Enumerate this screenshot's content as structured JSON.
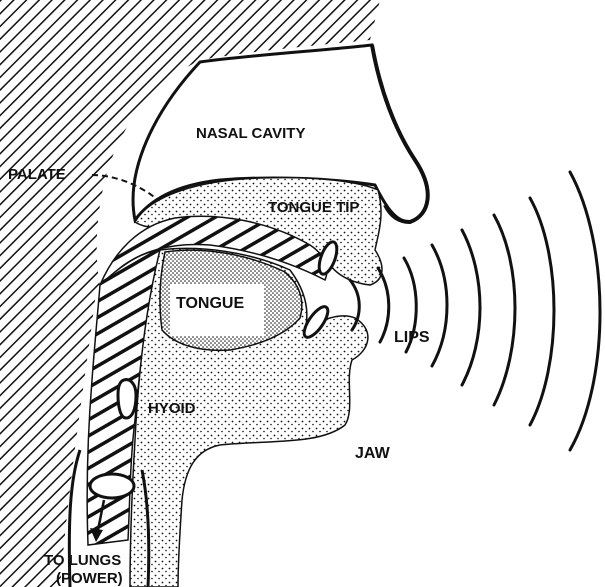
{
  "diagram": {
    "labels": {
      "nasal_cavity": "NASAL CAVITY",
      "palate": "PALATE",
      "tongue_tip": "TONGUE TIP",
      "tongue": "TONGUE",
      "lips": "LIPS",
      "hyoid": "HYOID",
      "jaw": "JAW",
      "to_lungs": "TO LUNGS",
      "power": "(POWER)"
    },
    "colors": {
      "ink": "#111111",
      "paper": "#ffffff"
    }
  }
}
